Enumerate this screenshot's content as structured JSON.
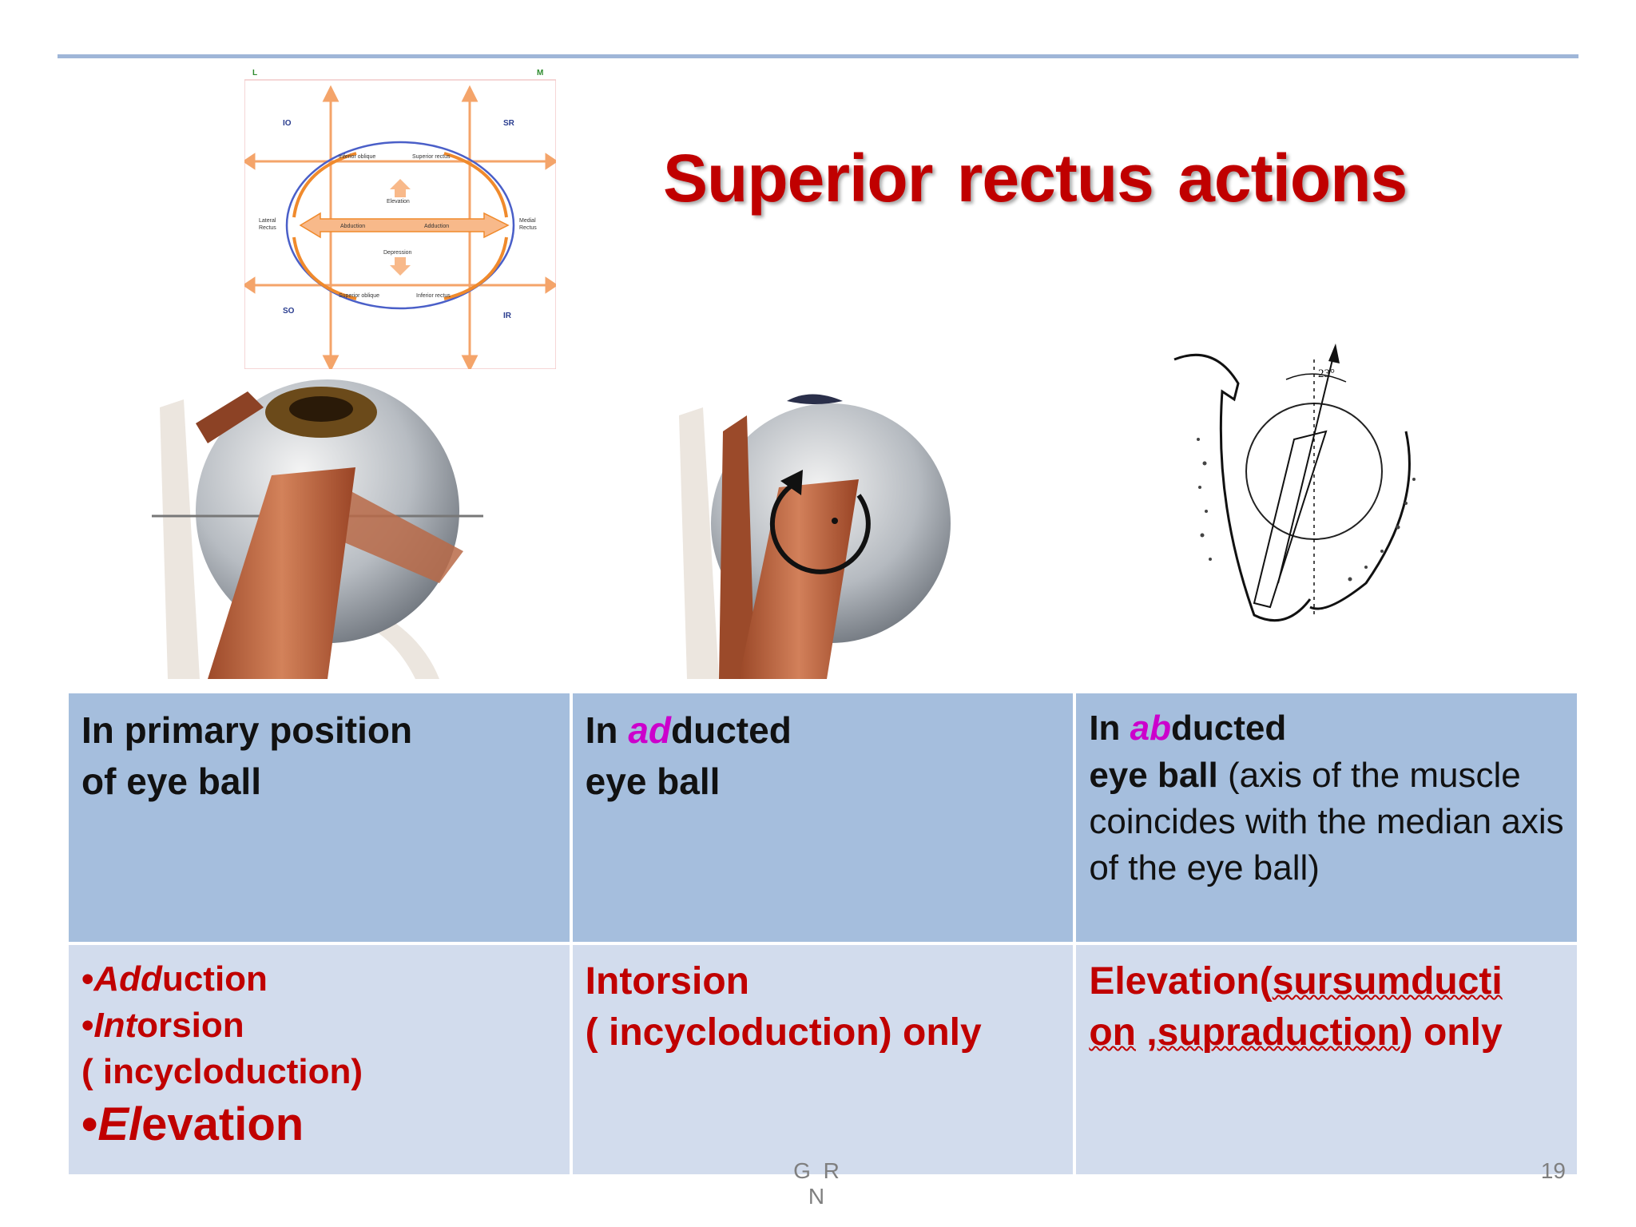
{
  "slide": {
    "title": "Superior rectus  actions",
    "footer_center": "G R N",
    "page_number": "19"
  },
  "diagram": {
    "corner_left": "L",
    "corner_right": "M",
    "io": "IO",
    "sr": "SR",
    "so": "SO",
    "ir": "IR",
    "elevation": "Elevation",
    "depression": "Depression",
    "abduction": "Abduction",
    "adduction": "Adduction",
    "lateral": "Lateral",
    "rectus_l": "Rectus",
    "medial": "Medial",
    "rectus_m": "Rectus",
    "inferior_oblique": "Inferior oblique",
    "superior_rectus": "Superior rectus",
    "superior_oblique": "Superior oblique",
    "inferior_rectus": "Inferior rectus"
  },
  "figure3": {
    "angle_label": "23°"
  },
  "table": {
    "col1_head": {
      "line1": "In primary position",
      "line2": "of eye  ball"
    },
    "col2_head": {
      "prefix": "In ",
      "highlight": "ad",
      "suffix": "ducted",
      "line2": "eye ball"
    },
    "col3_head": {
      "prefix": "In ",
      "highlight": "ab",
      "suffix": "ducted",
      "bold_part": "eye ball",
      "normal_part": " (axis of the muscle coincides with the median axis of the eye ball)"
    },
    "col1_body": {
      "item1_bullet": "•",
      "item1_italic": "Add",
      "item1_rest": "uction",
      "item2_bullet": "•",
      "item2_italic": "Int",
      "item2_rest": "orsion",
      "item2_sub": "( incycloduction)",
      "item3_bullet": "•",
      "item3_italic": "El",
      "item3_rest": "evation"
    },
    "col2_body": {
      "line1": "Intorsion",
      "line2": "( incycloduction) only"
    },
    "col3_body": {
      "pre": "Elevation(",
      "wavy1": "sursumducti",
      "wavy1b": "on",
      "sep": " ,",
      "wavy2": "supraduction",
      "post": ")  only"
    }
  },
  "colors": {
    "title_red": "#c00000",
    "header_blue": "#a5bedd",
    "body_blue": "#d2dced",
    "highlight_magenta": "#cc00cc",
    "rule_blue": "#9fb6d8"
  }
}
